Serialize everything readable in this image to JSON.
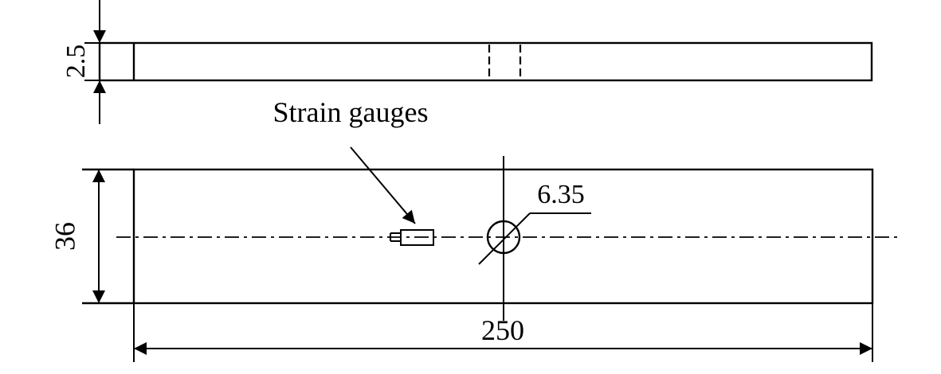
{
  "dimensions": {
    "thickness": "2.5",
    "width": "36",
    "length": "250",
    "hole_diameter": "6.35"
  },
  "labels": {
    "strain_gauges": "Strain gauges"
  }
}
